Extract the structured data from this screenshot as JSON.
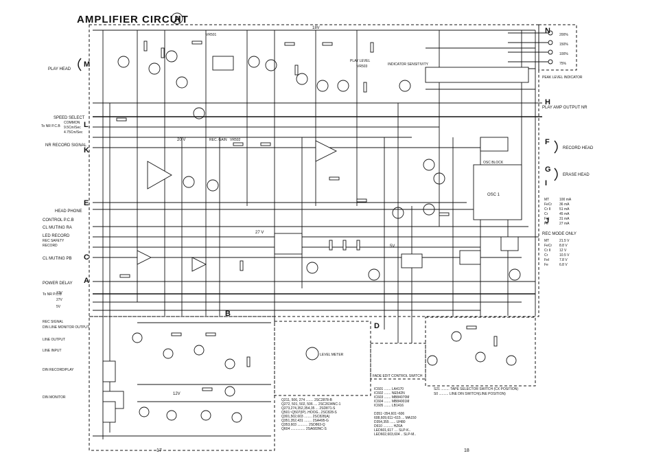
{
  "title": "AMPLIFIER CIRCUIT",
  "title_badge": "A",
  "rail_18v": "18V",
  "rail_20v": "20 V",
  "rail_5v": "5V",
  "rail_12v": "12V",
  "rail_27v": "27 V",
  "left_labels": {
    "play_head": "PLAY HEAD",
    "speed_select": "SPEED SELECT",
    "to_nr_pcb": "To NR\nP.C.B",
    "common": "COMMON",
    "speed_95": "9.5Cm/Sec",
    "speed_475": "4.75Cm/Sec",
    "nr_record_signal": "NR RECORD SIGNAL",
    "head_phone": "HEAD PHONE",
    "control_pcb": "CONTROL P.C.B",
    "cl_muting_ra": "CL MUTING RA",
    "led_record": "LED RECORD",
    "rec_safety": "REC SAFETY",
    "record": "RECORD",
    "cl_muting_pb": "CL MUTING PB",
    "power_delay": "POWER DELAY",
    "v12": "12V",
    "v27": "27V",
    "v5": "5V",
    "rec_signal": "REC SIGNAL",
    "din_line_monitor": "DIN LINE MONITOR OUTPUT",
    "line_output": "LINE OUTPUT",
    "line_input": "LINE INPUT",
    "din_record_play": "DIN RECORD/PLAY",
    "din_monitor": "DIN MONITOR"
  },
  "right_labels": {
    "play_amp_output": "PLAY AMP OUTPUT NR",
    "record_head": "RECORD HEAD",
    "erase_head": "ERASE HEAD",
    "peak_level": "PEAK LEVEL INDICATOR",
    "rec_mode_only": "REC MODE ONLY",
    "level_meter": "LEVEL METER",
    "fade_edit": "FADE EDIT CONTROL SWITCH",
    "osc": "OSC 1",
    "osc_block": "OSC BLOCK",
    "peak_values": [
      "200%",
      "150%",
      "100%",
      "75%"
    ]
  },
  "connector_letters": [
    "M",
    "L",
    "K",
    "E",
    "C",
    "A",
    "D",
    "B",
    "N",
    "H",
    "F",
    "G",
    "J",
    "I"
  ],
  "tape_current_table": [
    {
      "tape": "MT",
      "value": "100 mA"
    },
    {
      "tape": "FeCr",
      "value": "36 mA"
    },
    {
      "tape": "Cr II",
      "value": "51 mA"
    },
    {
      "tape": "Cr",
      "value": "45 mA"
    },
    {
      "tape": "FeI",
      "value": "31 mA"
    },
    {
      "tape": "Fe",
      "value": "27 mA"
    }
  ],
  "rec_mode_table": [
    {
      "tape": "MT",
      "value": "21.5 V"
    },
    {
      "tape": "FeCr",
      "value": "8.8 V"
    },
    {
      "tape": "Cr II",
      "value": "12 V"
    },
    {
      "tape": "Cr",
      "value": "10.5 V"
    },
    {
      "tape": "FeI",
      "value": "7.8 V"
    },
    {
      "tape": "Fe",
      "value": "6.8 V"
    }
  ],
  "parts_legend_left": [
    "Q211, 506, 274 ........ 2SC2878-B",
    "Q272, 501, 502, 506 .... 2SC2634NC-1",
    "Q273,274,352,354,35 ... 2SD871-S",
    "Q501~Q507(IP)..HOOG...2SC828-S",
    "Q301,502,603 ........ 2SC828(A)",
    "Q351,352,431 ........ 2SA495-G",
    "Q353,603 ........... 2SD863-Q",
    "Q604 ............... 2SA683NC-S"
  ],
  "parts_legend_mid": [
    "IC601 ....... LA4170",
    "IC602 ....... NE542N",
    "IC603 ....... MB84070M",
    "IC604 ....... MB84001M",
    "IC605 ....... LB1416",
    "",
    "D351~354,601~606",
    "608,609,611~615 ... MA150",
    "D354,355 ...... UH80",
    "D610 .......... HZ6A",
    "LED601,617 .... SLP-K..",
    "LED602,603,604 .. SLP-M.."
  ],
  "parts_legend_right": [
    "S21 ......... TAPE SELECTOR SWITCH (CX POSITION)",
    "S0 .......... LINE DIN SWITCH(LINE POSITION)"
  ],
  "page_numbers": {
    "left": "17",
    "right": "18"
  },
  "misc_labels": {
    "rec_gain": "REC. GAIN",
    "play_level": "PLAY LEVEL",
    "indicator_sensitivity": "INDICATOR SENSITIVITY",
    "vr_values": [
      "VR501",
      "VR502",
      "VR503"
    ]
  }
}
